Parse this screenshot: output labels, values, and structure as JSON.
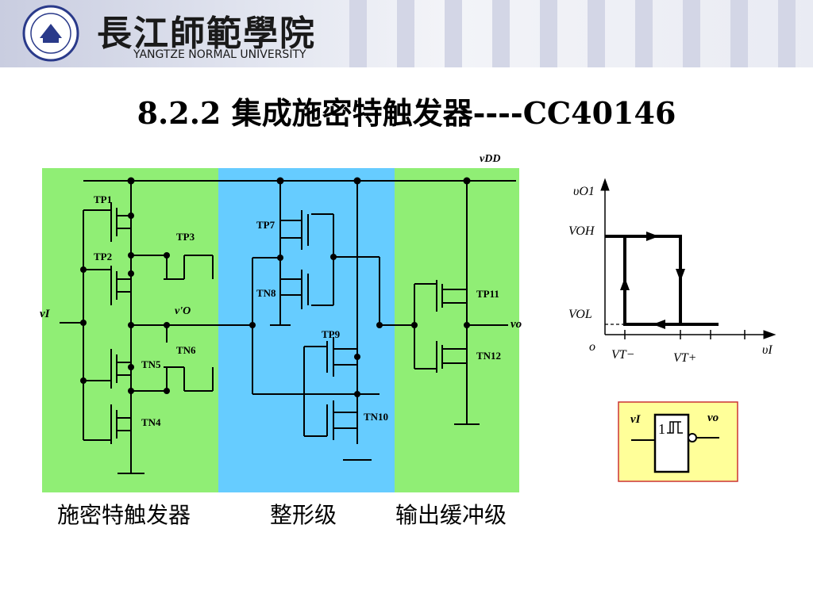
{
  "header": {
    "school_cn": "長江師範學院",
    "school_en": "YANGTZE NORMAL UNIVERSITY",
    "logo_icon": "university-seal-icon"
  },
  "slide": {
    "title": "8.2.2  集成施密特触发器----CC40146"
  },
  "sections": {
    "schmitt": "施密特触发器",
    "shaping": "整形级",
    "buffer": "输出缓冲级"
  },
  "circuit": {
    "vdd": "vDD",
    "vi": "vI",
    "vo": "vo",
    "vo_prime": "v'O",
    "transistors": [
      "TP1",
      "TP2",
      "TP3",
      "TN4",
      "TN5",
      "TN6",
      "TP7",
      "TN8",
      "TP9",
      "TN10",
      "TP11",
      "TN12"
    ]
  },
  "graph": {
    "y_axis": "υO1",
    "x_axis": "υI",
    "origin": "o",
    "voh": "VOH",
    "vol": "VOL",
    "vt_minus": "VT−",
    "vt_plus": "VT+"
  },
  "symbol": {
    "in": "vI",
    "out": "vo",
    "inner": "1"
  },
  "colors": {
    "green": "#90ee75",
    "blue": "#66ccff",
    "symbol_bg": "#ffff99",
    "symbol_border": "#cc3333"
  }
}
